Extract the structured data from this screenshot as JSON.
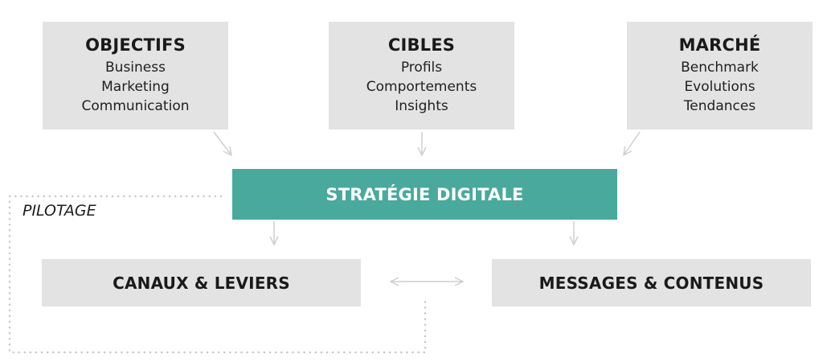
{
  "top_boxes": {
    "objectifs": {
      "title": "OBJECTIFS",
      "items": [
        "Business",
        "Marketing",
        "Communication"
      ]
    },
    "cibles": {
      "title": "CIBLES",
      "items": [
        "Profils",
        "Comportements",
        "Insights"
      ]
    },
    "marche": {
      "title": "MARCHÉ",
      "items": [
        "Benchmark",
        "Evolutions",
        "Tendances"
      ]
    }
  },
  "center": {
    "label": "STRATÉGIE DIGITALE"
  },
  "bottom": {
    "canaux": "CANAUX & LEVIERS",
    "messages": "MESSAGES & CONTENUS"
  },
  "feedback": {
    "label": "PILOTAGE"
  },
  "colors": {
    "box_gray": "#e3e3e3",
    "accent_teal": "#4aa99d",
    "arrow_gray": "#cfcfcf",
    "dotted_gray": "#c8c8c8"
  }
}
